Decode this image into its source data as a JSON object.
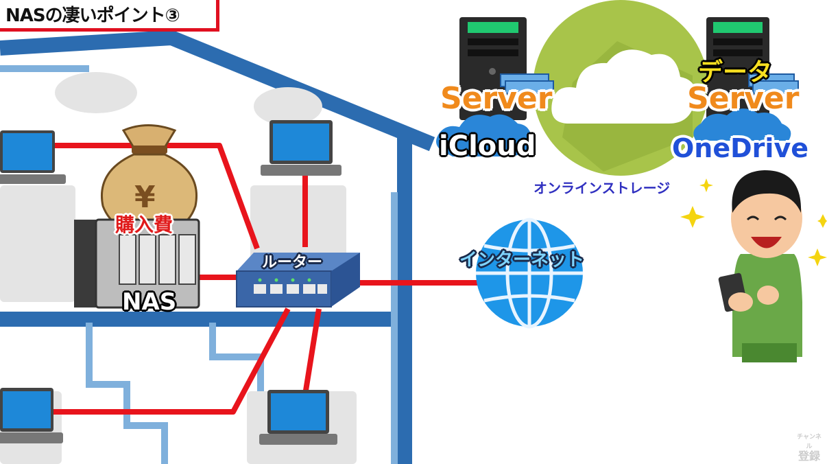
{
  "title": "NASの凄いポイント③",
  "labels": {
    "purchase_cost": "購入費",
    "nas": "NAS",
    "router": "ルーター",
    "internet": "インターネット",
    "server_left": "Server",
    "server_right": "Server",
    "data": "データ",
    "icloud": "iCloud",
    "onedrive": "OneDrive",
    "online_storage": "オンラインストレージ",
    "yen_symbol": "¥"
  },
  "subscribe": {
    "line1": "チャンネル",
    "line2": "登録"
  },
  "colors": {
    "cable_red": "#e8141c",
    "house_blue": "#2c6cb0",
    "cloud_green": "#a8c44a",
    "server_orange": "#f08a1c",
    "router_blue": "#3a66a8"
  }
}
